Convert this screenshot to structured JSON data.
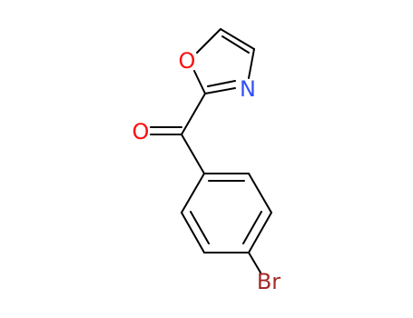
{
  "molecule": {
    "atoms": {
      "ring_oxygen": {
        "symbol": "O",
        "color": "#ff0d0d"
      },
      "ring_nitrogen": {
        "symbol": "N",
        "color": "#3050f8"
      },
      "carbonyl_oxygen": {
        "symbol": "O",
        "color": "#ff0d0d"
      },
      "bromine": {
        "symbol": "Br",
        "color": "#a62929"
      }
    },
    "bond_color": "#000000"
  }
}
